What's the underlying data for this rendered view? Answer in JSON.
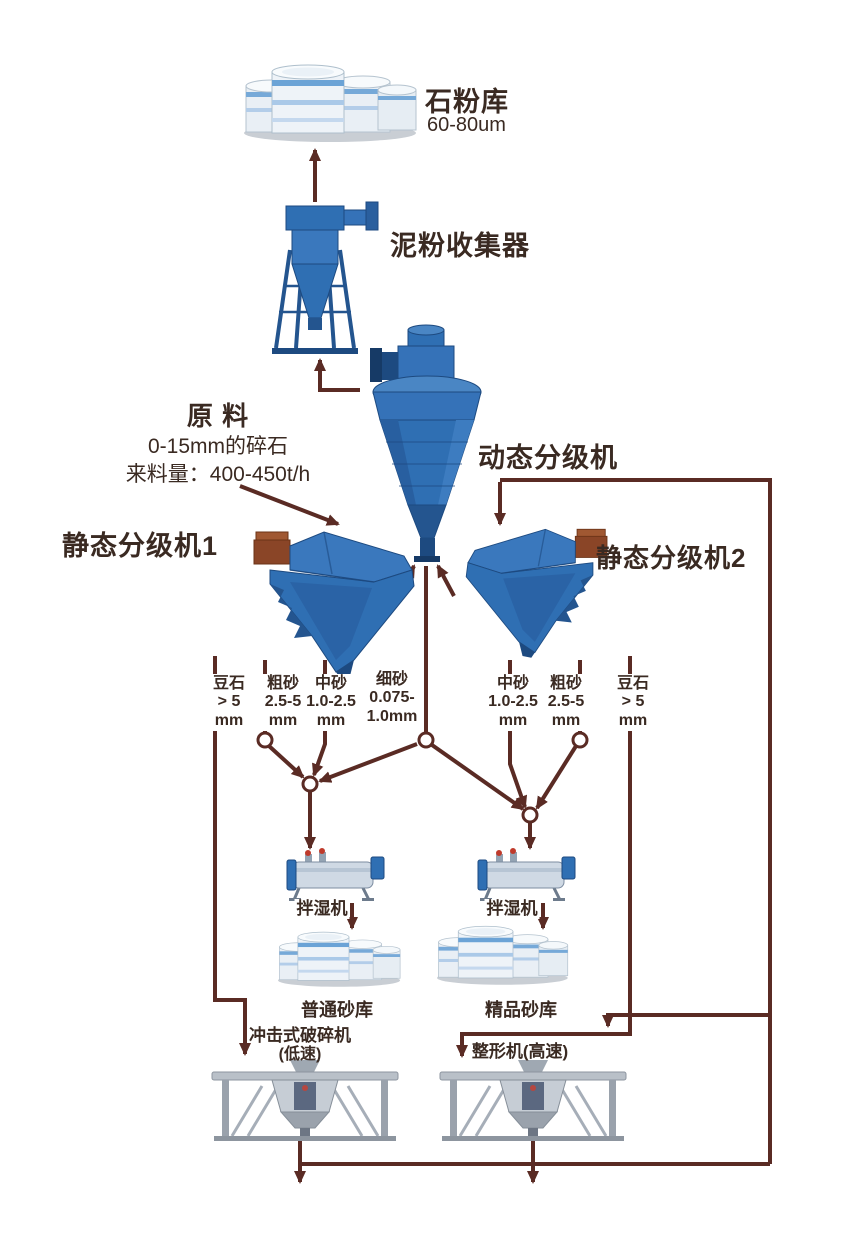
{
  "colors": {
    "arrow": "#5a2b24",
    "text": "#3a2a22",
    "machine_blue": "#2f6fb3",
    "machine_blue_dark": "#1d4a80",
    "feed_box_brown": "#8a4527"
  },
  "nodes": {
    "powder_silo": {
      "label": "石粉库",
      "sub": "60-80um"
    },
    "collector": {
      "label": "泥粉收集器"
    },
    "dynamic_classifier": {
      "label": "动态分级机"
    },
    "feed": {
      "title": "原 料",
      "spec": "0-15mm的碎石",
      "rate": "来料量：400-450t/h"
    },
    "static_classifier_1": {
      "label": "静态分级机1"
    },
    "static_classifier_2": {
      "label": "静态分级机2"
    },
    "mixer_left": {
      "label": "拌湿机"
    },
    "mixer_right": {
      "label": "拌湿机"
    },
    "silo_ordinary": {
      "label": "普通砂库"
    },
    "silo_premium": {
      "label": "精品砂库"
    },
    "impact_crusher": {
      "label": "冲击式破碎机",
      "sub": "(低速)"
    },
    "shaping_machine": {
      "label": "整形机(高速)"
    }
  },
  "streams": [
    {
      "name": "豆石",
      "size": "> 5",
      "unit": "mm"
    },
    {
      "name": "粗砂",
      "size": "2.5-5",
      "unit": "mm"
    },
    {
      "name": "中砂",
      "size": "1.0-2.5",
      "unit": "mm"
    },
    {
      "name": "细砂",
      "size": "0.075-",
      "unit": "1.0mm"
    },
    {
      "name": "中砂",
      "size": "1.0-2.5",
      "unit": "mm"
    },
    {
      "name": "粗砂",
      "size": "2.5-5",
      "unit": "mm"
    },
    {
      "name": "豆石",
      "size": "> 5",
      "unit": "mm"
    }
  ]
}
